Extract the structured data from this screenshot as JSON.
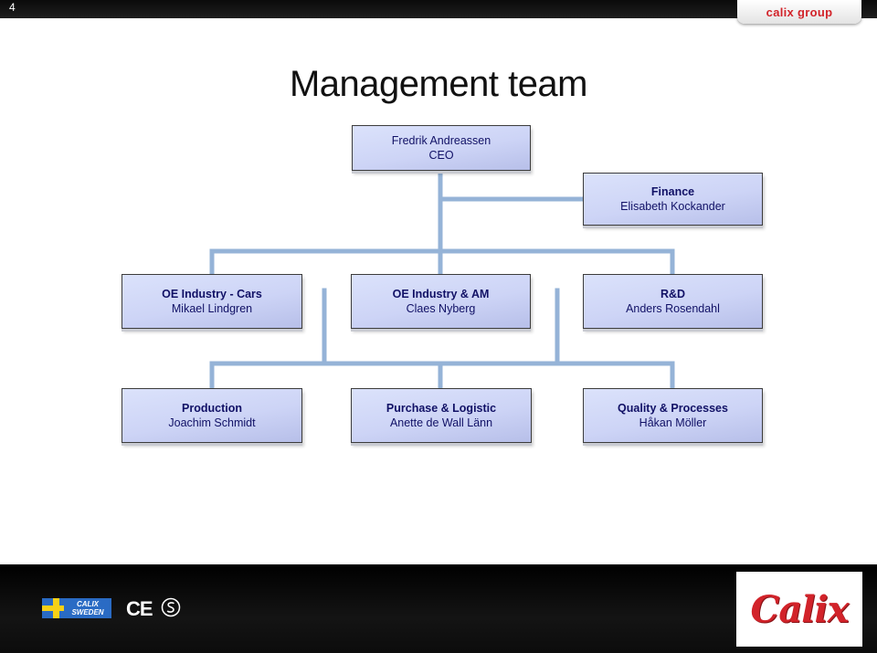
{
  "page_number": "4",
  "header_logo_text": "calix group",
  "title": "Management team",
  "org": {
    "ceo": {
      "name": "Fredrik Andreassen",
      "role": "CEO"
    },
    "finance": {
      "role": "Finance",
      "name": "Elisabeth Kockander"
    },
    "level1": [
      {
        "role": "OE Industry - Cars",
        "name": "Mikael Lindgren"
      },
      {
        "role": "OE Industry & AM",
        "name": "Claes Nyberg"
      },
      {
        "role": "R&D",
        "name": "Anders Rosendahl"
      }
    ],
    "level2": [
      {
        "role": "Production",
        "name": "Joachim Schmidt"
      },
      {
        "role": "Purchase & Logistic",
        "name": "Anette de Wall Länn"
      },
      {
        "role": "Quality & Processes",
        "name": "Håkan Möller"
      }
    ]
  },
  "footer": {
    "flag_text_line1": "CALIX",
    "flag_text_line2": "SWEDEN",
    "ce_mark": "CE",
    "brand_logo_text": "Calix"
  },
  "colors": {
    "box_fill": "#cdd4f6",
    "box_text": "#111166",
    "connector": "#95b3d7",
    "bars": "#000000",
    "brand_red": "#d2232a"
  },
  "icons": [
    "sweden-flag-icon",
    "ce-mark-icon",
    "s-certification-icon",
    "calix-group-logo",
    "calix-logo"
  ]
}
